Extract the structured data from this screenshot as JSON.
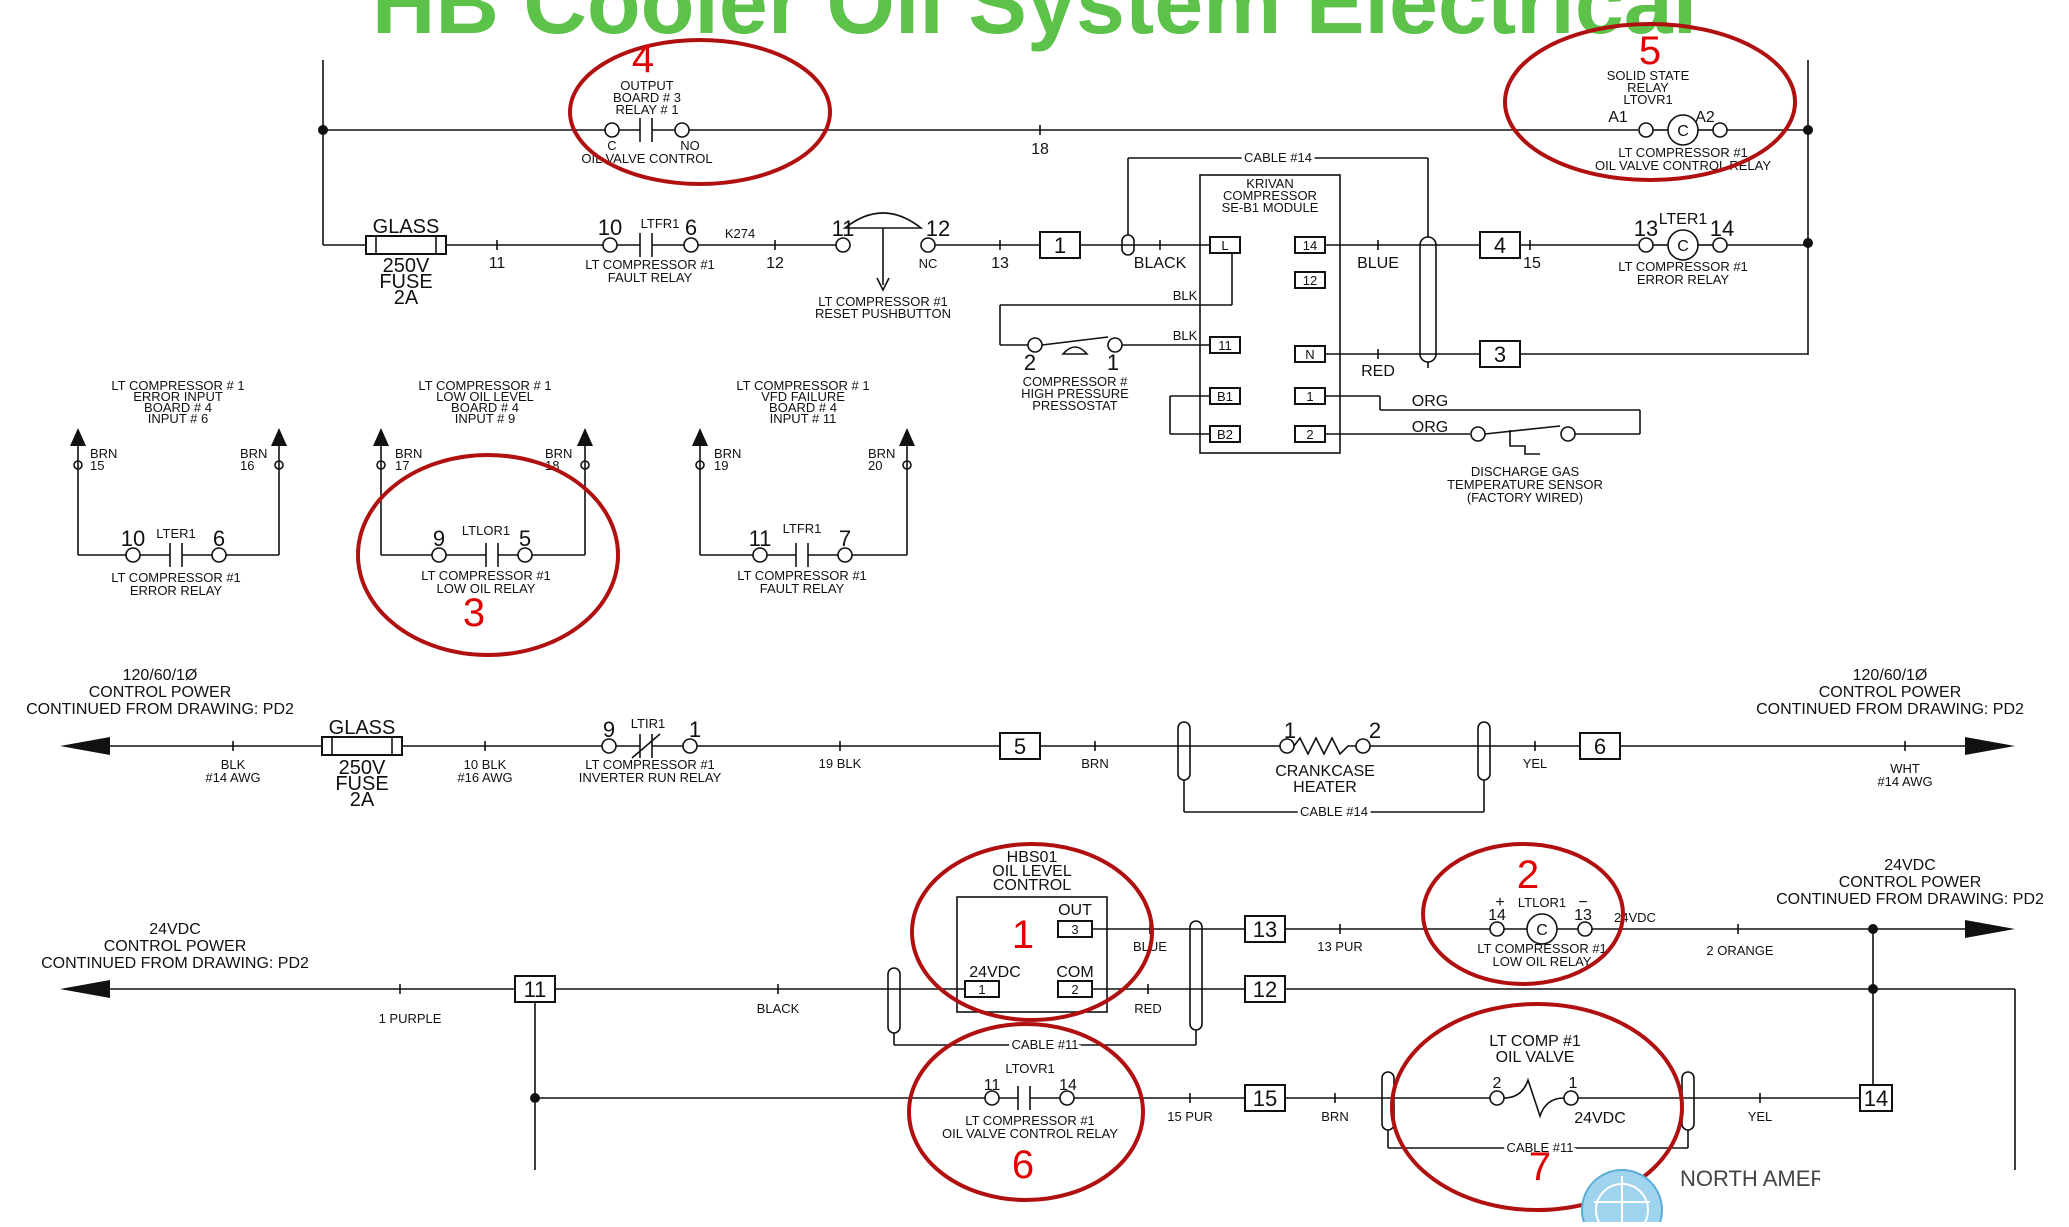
{
  "title": "HB Cooler Oil System Electrical",
  "callouts": [
    "1",
    "2",
    "3",
    "4",
    "5",
    "6",
    "7"
  ],
  "top": {
    "output_board": [
      "OUTPUT",
      "BOARD # 3",
      "RELAY # 1"
    ],
    "c": "C",
    "no": "NO",
    "oil_valve_control": "OIL VALVE CONTROL",
    "wire_18": "18",
    "solid_state": [
      "SOLID STATE",
      "RELAY",
      "LTOVR1"
    ],
    "a1": "A1",
    "a2": "A2",
    "coil_c": "C",
    "ltovr_label": [
      "LT COMPRESSOR #1",
      "OIL VALVE CONTROL RELAY"
    ],
    "cable14": "CABLE #14",
    "glass": "GLASS",
    "fuse": [
      "250V",
      "FUSE",
      "2A"
    ],
    "w11": "11",
    "ltfr1": "LTFR1",
    "c10": "10",
    "c6": "6",
    "fault_relay": [
      "LT COMPRESSOR #1",
      "FAULT RELAY"
    ],
    "k274": "K274",
    "w12": "12",
    "p11": "11",
    "p12": "12",
    "nc": "NC",
    "reset_pb": [
      "LT COMPRESSOR #1",
      "RESET PUSHBUTTON"
    ],
    "w13": "13",
    "t1": "1",
    "black": "BLACK",
    "module": [
      "KRIVAN",
      "COMPRESSOR",
      "SE-B1 MODULE"
    ],
    "L": "L",
    "m14": "14",
    "m12": "12",
    "m11": "11",
    "N": "N",
    "B1": "B1",
    "B2": "B2",
    "m1": "1",
    "m2": "2",
    "blk": "BLK",
    "blue": "BLUE",
    "red": "RED",
    "org": "ORG",
    "t4": "4",
    "w15": "15",
    "lter1": "LTER1",
    "c13": "13",
    "c14": "14",
    "error_relay": [
      "LT COMPRESSOR #1",
      "ERROR RELAY"
    ],
    "t3": "3",
    "pressostat": [
      "COMPRESSOR #",
      "HIGH PRESSURE",
      "PRESSOSTAT"
    ],
    "ps2": "2",
    "ps1": "1",
    "dgts": [
      "DISCHARGE GAS",
      "TEMPERATURE SENSOR",
      "(FACTORY WIRED)"
    ]
  },
  "inputs": [
    {
      "head": [
        "LT COMPRESSOR # 1",
        "ERROR INPUT",
        "BOARD # 4",
        "INPUT # 6"
      ],
      "bl": "BRN",
      "nl": "15",
      "br": "BRN",
      "nr": "16",
      "relay": "LTER1",
      "a": "10",
      "b": "6",
      "label": [
        "LT COMPRESSOR #1",
        "ERROR RELAY"
      ]
    },
    {
      "head": [
        "LT COMPRESSOR # 1",
        "LOW OIL LEVEL",
        "BOARD # 4",
        "INPUT # 9"
      ],
      "bl": "BRN",
      "nl": "17",
      "br": "BRN",
      "nr": "18",
      "relay": "LTLOR1",
      "a": "9",
      "b": "5",
      "label": [
        "LT COMPRESSOR #1",
        "LOW OIL RELAY"
      ]
    },
    {
      "head": [
        "LT COMPRESSOR # 1",
        "VFD FAILURE",
        "BOARD # 4",
        "INPUT # 11"
      ],
      "bl": "BRN",
      "nl": "19",
      "br": "BRN",
      "nr": "20",
      "relay": "LTFR1",
      "a": "11",
      "b": "7",
      "label": [
        "LT COMPRESSOR #1",
        "FAULT RELAY"
      ]
    }
  ],
  "mid": {
    "left_power": [
      "120/60/1Ø",
      "CONTROL POWER",
      "CONTINUED FROM DRAWING: PD2"
    ],
    "right_power": [
      "120/60/1Ø",
      "CONTROL POWER",
      "CONTINUED FROM DRAWING: PD2"
    ],
    "blk14": [
      "BLK",
      "#14  AWG"
    ],
    "glass": "GLASS",
    "fuse": [
      "250V",
      "FUSE",
      "2A"
    ],
    "blk16": [
      "10  BLK",
      "#16  AWG"
    ],
    "ltir1": "LTIR1",
    "c9": "9",
    "c1": "1",
    "inverter": [
      "LT COMPRESSOR #1",
      "INVERTER RUN RELAY"
    ],
    "w19": "19  BLK",
    "t5": "5",
    "brn": "BRN",
    "h1": "1",
    "h2": "2",
    "heater": [
      "CRANKCASE",
      "HEATER"
    ],
    "cable14": "CABLE #14",
    "yel": "YEL",
    "t6": "6",
    "wht": [
      "WHT",
      "#14  AWG"
    ]
  },
  "bottom": {
    "left_power": [
      "24VDC",
      "CONTROL POWER",
      "CONTINUED FROM DRAWING: PD2"
    ],
    "right_power": [
      "24VDC",
      "CONTROL POWER",
      "CONTINUED FROM DRAWING: PD2"
    ],
    "purple": "1  PURPLE",
    "t11": "11",
    "black": "BLACK",
    "hbs": [
      "HBS01",
      "OIL LEVEL",
      "CONTROL"
    ],
    "out": "OUT",
    "p3": "3",
    "v24": "24VDC",
    "com": "COM",
    "p1": "1",
    "p2": "2",
    "blue": "BLUE",
    "red": "RED",
    "cable11a": "CABLE #11",
    "t13": "13",
    "pur13": "13  PUR",
    "t12": "12",
    "plus": "+",
    "ltlor1": "LTLOR1",
    "minus": "−",
    "c14": "14",
    "c13": "13",
    "coil": "C",
    "v24b": "24VDC",
    "lowoil": [
      "LT COMPRESSOR #1",
      "LOW OIL RELAY"
    ],
    "orange": "2  ORANGE",
    "ltovr1": "LTOVR1",
    "k11": "11",
    "k14": "14",
    "ovcr": [
      "LT COMPRESSOR #1",
      "OIL VALVE CONTROL RELAY"
    ],
    "pur15": "15  PUR",
    "t15": "15",
    "brn": "BRN",
    "valve": [
      "LT  COMP  #1",
      "OIL  VALVE"
    ],
    "v2": "2",
    "v1": "1",
    "v24c": "24VDC",
    "cable11b": "CABLE #11",
    "yel": "YEL",
    "t14": "14"
  },
  "logo": "NORTH AMERICAN",
  "colors": {
    "title": "#5cc24a",
    "callout": "#b01010",
    "callout_number": "#e00000"
  }
}
